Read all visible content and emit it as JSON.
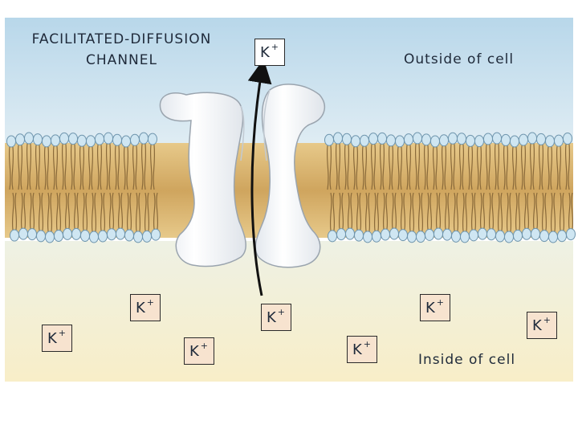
{
  "diagram": {
    "title_lines": [
      "FACILITATED-DIFFUSION",
      "CHANNEL"
    ],
    "outside_label": "Outside of cell",
    "inside_label": "Inside of cell",
    "ion_label": "K+",
    "ions": [
      {
        "id": "k-top",
        "region": "outside"
      },
      {
        "id": "k-1",
        "region": "inside"
      },
      {
        "id": "k-2",
        "region": "inside"
      },
      {
        "id": "k-3",
        "region": "inside"
      },
      {
        "id": "k-4",
        "region": "inside"
      },
      {
        "id": "k-5",
        "region": "inside"
      },
      {
        "id": "k-6",
        "region": "inside"
      },
      {
        "id": "k-7",
        "region": "inside"
      }
    ],
    "colors": {
      "outside": "#cfe3ef",
      "inside": "#f6ecc8",
      "lipid_head": "#c9e2ee",
      "lipid_tail": "#d8b06a",
      "protein": "#f4f6f8"
    }
  }
}
